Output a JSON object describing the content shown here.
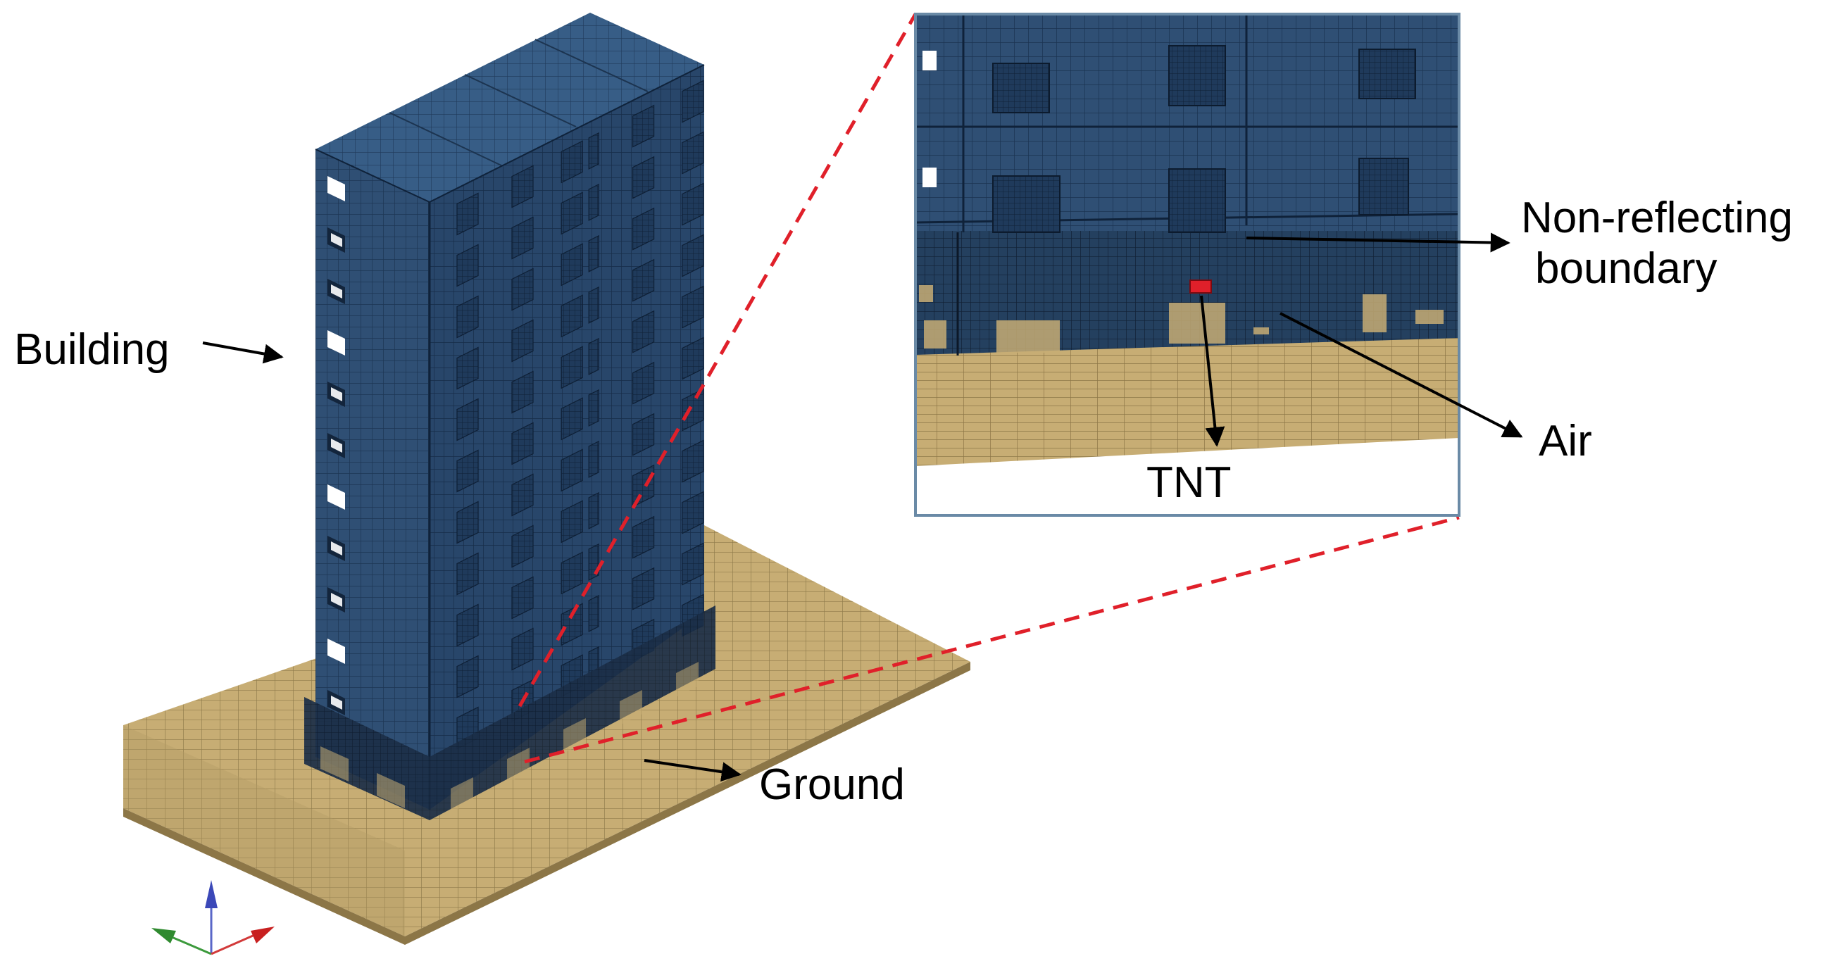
{
  "labels": {
    "building": "Building",
    "ground": "Ground",
    "tnt": "TNT",
    "air": "Air",
    "boundary_line1": "Non-reflecting",
    "boundary_line2": "boundary"
  },
  "colors": {
    "building": "#2f4f74",
    "building_dark": "#1e3654",
    "building_roof": "#375d86",
    "mesh_line": "#152a44",
    "ground": "#c7ad74",
    "ground_mesh": "#8f7a4a",
    "air_band": "#1a2c44",
    "tnt": "#e0202a",
    "zoom_line": "#e0202a",
    "inset_border": "#6a8aa6",
    "arrow": "#000000"
  },
  "icons": {
    "axis_triad": "xyz-axis-triad-icon"
  }
}
